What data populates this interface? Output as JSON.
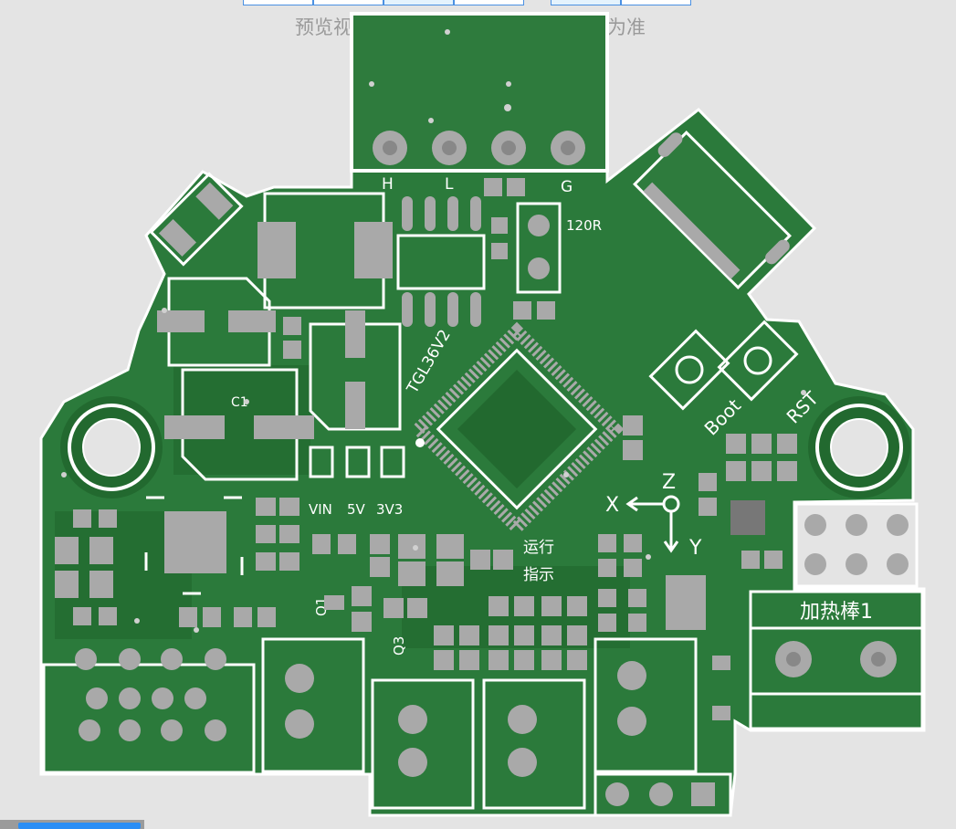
{
  "page": {
    "caption_left": "预览视",
    "caption_right": "为准",
    "colors": {
      "board": "#2b7a3b",
      "copper": "#22692f",
      "silkscreen": "#ffffff",
      "pad": "#a9a9a9",
      "background": "#e4e4e4",
      "accent": "#2a8ef5"
    }
  },
  "pcb": {
    "labels": {
      "h": "H",
      "l": "L",
      "g": "G",
      "r120": "120R",
      "mcu": "TGL36V2",
      "boot": "Boot",
      "rst": "RST",
      "c1": "C1",
      "vin": "VIN",
      "v5": "5V",
      "v3": "3V3",
      "z": "Z",
      "x": "X",
      "y": "Y",
      "run1": "运行",
      "run2": "指示",
      "heater": "加热棒1",
      "q1": "Q1",
      "q3": "Q3"
    }
  }
}
